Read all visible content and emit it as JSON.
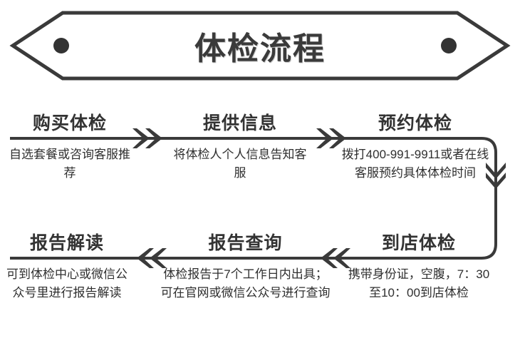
{
  "banner": {
    "title": "体检流程",
    "left_dot_icon": "banner-dot-icon",
    "right_dot_icon": "banner-dot-icon",
    "outline_color": "#3a3a3a"
  },
  "flow": {
    "arrow_color": "#3a3a3a",
    "top_row": [
      {
        "id": "step-1",
        "title": "购买体检",
        "desc": "自选套餐或咨询客服推荐"
      },
      {
        "id": "step-2",
        "title": "提供信息",
        "desc": "将体检人个人信息告知客服"
      },
      {
        "id": "step-3",
        "title": "预约体检",
        "desc": "拨打400-991-9911或者在线客服预约具体体检时间"
      }
    ],
    "bottom_row": [
      {
        "id": "step-4",
        "title": "报告解读",
        "desc": "可到体检中心或微信公众号里进行报告解读"
      },
      {
        "id": "step-5",
        "title": "报告查询",
        "desc": "体检报告于7个工作日内出具；可在官网或微信公众号进行查询"
      },
      {
        "id": "step-6",
        "title": "到店体检",
        "desc": "携带身份证，空腹，7：30至10：00到店体检"
      }
    ],
    "connector_icons": {
      "top_1": "double-chevron-right-icon",
      "top_2": "double-chevron-right-icon",
      "right_down": "double-chevron-down-icon",
      "bottom_1": "double-chevron-left-icon",
      "bottom_2": "double-chevron-left-icon"
    }
  }
}
